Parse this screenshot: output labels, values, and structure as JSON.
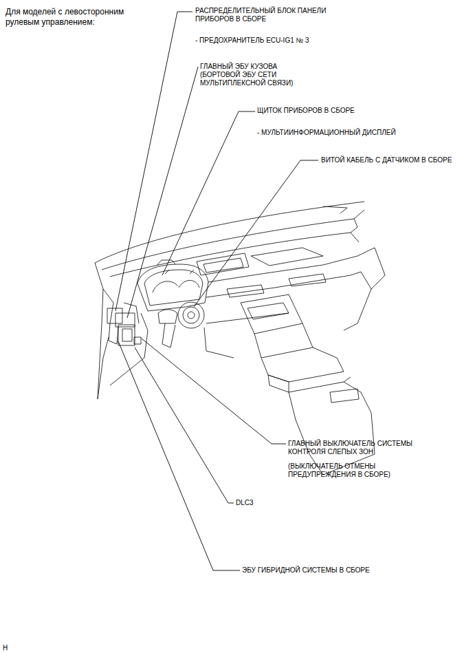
{
  "diagram": {
    "title": "Для моделей с левосторонним рулевым управлением:",
    "labels": [
      "РАСПРЕДЕЛИТЕЛЬНЫЙ БЛОК ПАНЕЛИ ПРИБОРОВ В СБОРЕ",
      "- ПРЕДОХРАНИТЕЛЬ ECU-IG1 № 3",
      "ГЛАВНЫЙ ЭБУ КУЗОВА (БОРТОВОЙ ЭБУ СЕТИ МУЛЬТИПЛЕКСНОЙ СВЯЗИ)",
      "ЩИТОК ПРИБОРОВ В СБОРЕ",
      "- МУЛЬТИИНФОРМАЦИОННЫЙ ДИСПЛЕЙ",
      "ВИТОЙ КАБЕЛЬ С ДАТЧИКОМ В СБОРЕ",
      "ГЛАВНЫЙ ВЫКЛЮЧАТЕЛЬ СИСТЕМЫ КОНТРОЛЯ СЛЕПЫХ ЗОН",
      "(ВЫКЛЮЧАТЕЛЬ ОТМЕНЫ ПРЕДУПРЕЖДЕНИЯ В СБОРЕ)",
      "DLC3",
      "ЭБУ ГИБРИДНОЙ СИСТЕМЫ В СБОРЕ",
      "H"
    ]
  }
}
